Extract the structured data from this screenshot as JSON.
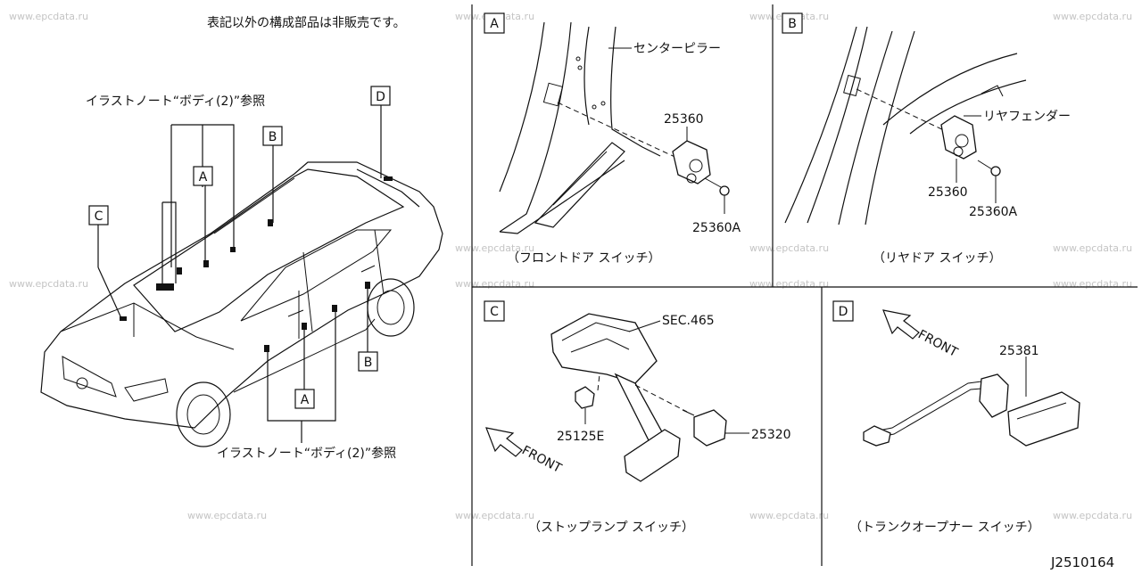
{
  "watermark": "www.epcdata.ru",
  "notes": {
    "top_note": "表記以外の構成部品は非販売です。",
    "ref_note_top": "イラストノート“ボディ(2)”参照",
    "ref_note_bottom": "イラストノート“ボディ(2)”参照"
  },
  "overview_boxes": {
    "a_top": "A",
    "a_bottom": "A",
    "b_top": "B",
    "b_bottom": "B",
    "c": "C",
    "d": "D"
  },
  "panels": {
    "a": {
      "letter": "A",
      "caption": "（フロントドア スイッチ）",
      "callout_pillar": "センターピラー",
      "part_switch": "25360",
      "part_bolt": "25360A"
    },
    "b": {
      "letter": "B",
      "caption": "（リヤドア スイッチ）",
      "callout_fender": "リヤフェンダー",
      "part_switch": "25360",
      "part_bolt": "25360A"
    },
    "c": {
      "letter": "C",
      "caption": "（ストップランプ スイッチ）",
      "callout_sec": "SEC.465",
      "part_clip": "25125E",
      "part_switch": "25320",
      "front_label": "FRONT"
    },
    "d": {
      "letter": "D",
      "caption": "（トランクオープナー スイッチ）",
      "part_switch": "25381",
      "front_label": "FRONT"
    }
  },
  "diagram_id": "J2510164"
}
